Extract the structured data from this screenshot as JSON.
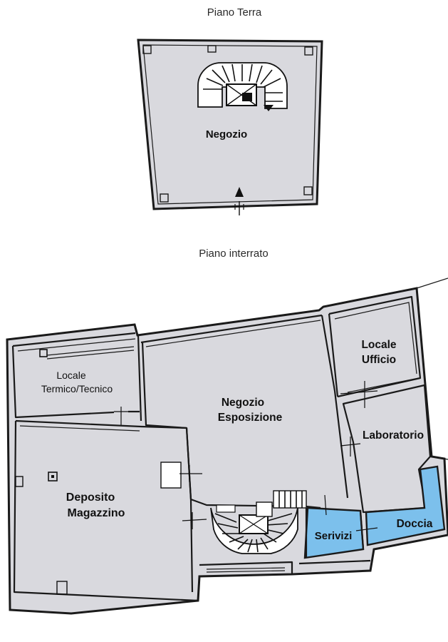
{
  "ground_floor": {
    "title": "Piano Terra",
    "rooms": {
      "shop": "Negozio"
    }
  },
  "basement": {
    "title": "Piano interrato",
    "rooms": {
      "thermal_line1": "Locale",
      "thermal_line2": "Termico/Tecnico",
      "showroom_line1": "Negozio",
      "showroom_line2": "Esposizione",
      "office_line1": "Locale",
      "office_line2": "Ufficio",
      "lab": "Laboratorio",
      "storage_line1": "Deposito",
      "storage_line2": "Magazzino",
      "bathroom": "Serivizi",
      "shower": "Doccia"
    }
  },
  "colors": {
    "floor": "#d9d9de",
    "wet_room": "#7cc0ec",
    "wall": "#1a1a1a"
  }
}
